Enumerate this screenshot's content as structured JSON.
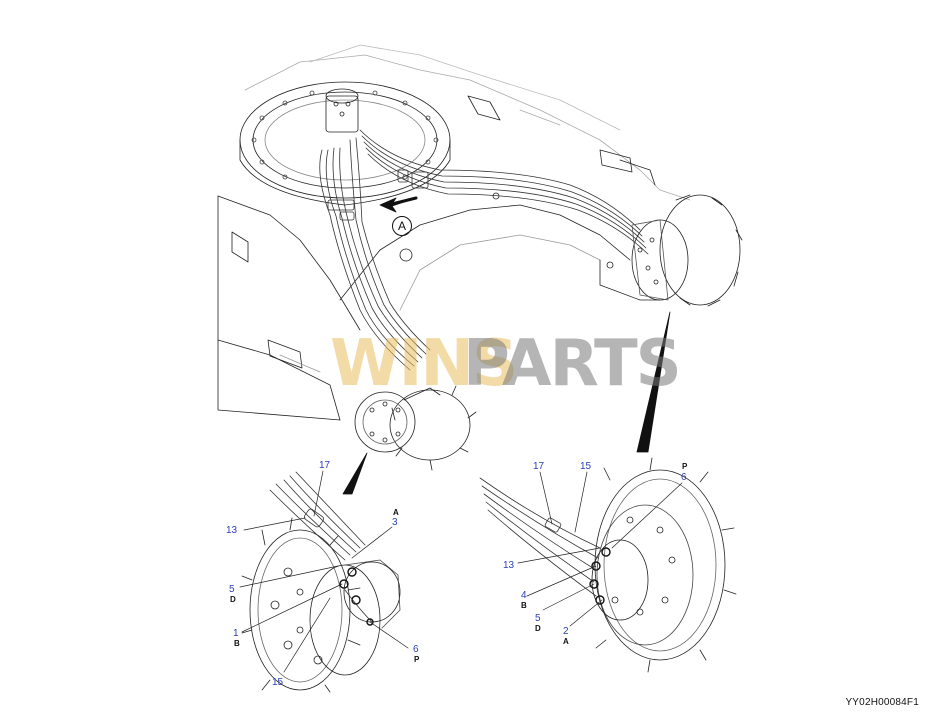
{
  "watermark": {
    "part1": "WINS",
    "part2": "PARTS"
  },
  "view_marker": "A",
  "figure_id": "YY02H00084F1",
  "left_detail": {
    "labels": [
      {
        "num": "17",
        "port": ""
      },
      {
        "num": "13",
        "port": ""
      },
      {
        "num": "3",
        "port": "A"
      },
      {
        "num": "5",
        "port": "D"
      },
      {
        "num": "1",
        "port": "B"
      },
      {
        "num": "6",
        "port": "P"
      },
      {
        "num": "15",
        "port": ""
      }
    ]
  },
  "right_detail": {
    "labels": [
      {
        "num": "17",
        "port": ""
      },
      {
        "num": "15",
        "port": ""
      },
      {
        "num": "6",
        "port": "P"
      },
      {
        "num": "13",
        "port": ""
      },
      {
        "num": "4",
        "port": "B"
      },
      {
        "num": "5",
        "port": "D"
      },
      {
        "num": "2",
        "port": "A"
      }
    ]
  }
}
